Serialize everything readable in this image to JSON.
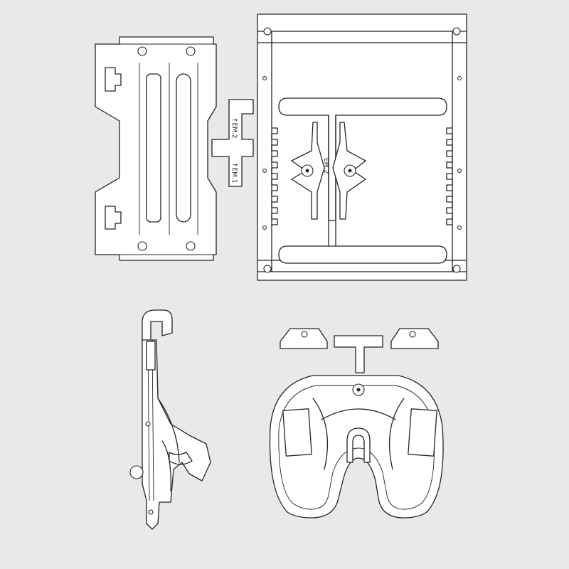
{
  "labels": {
    "slot_label_upper": "↑EM.2",
    "slot_label_lower": "↑EM.1",
    "frame_label": "EM.2"
  },
  "colors": {
    "background": "#e9e9e9",
    "line": "#232323",
    "part_fill": "#ffffff"
  }
}
